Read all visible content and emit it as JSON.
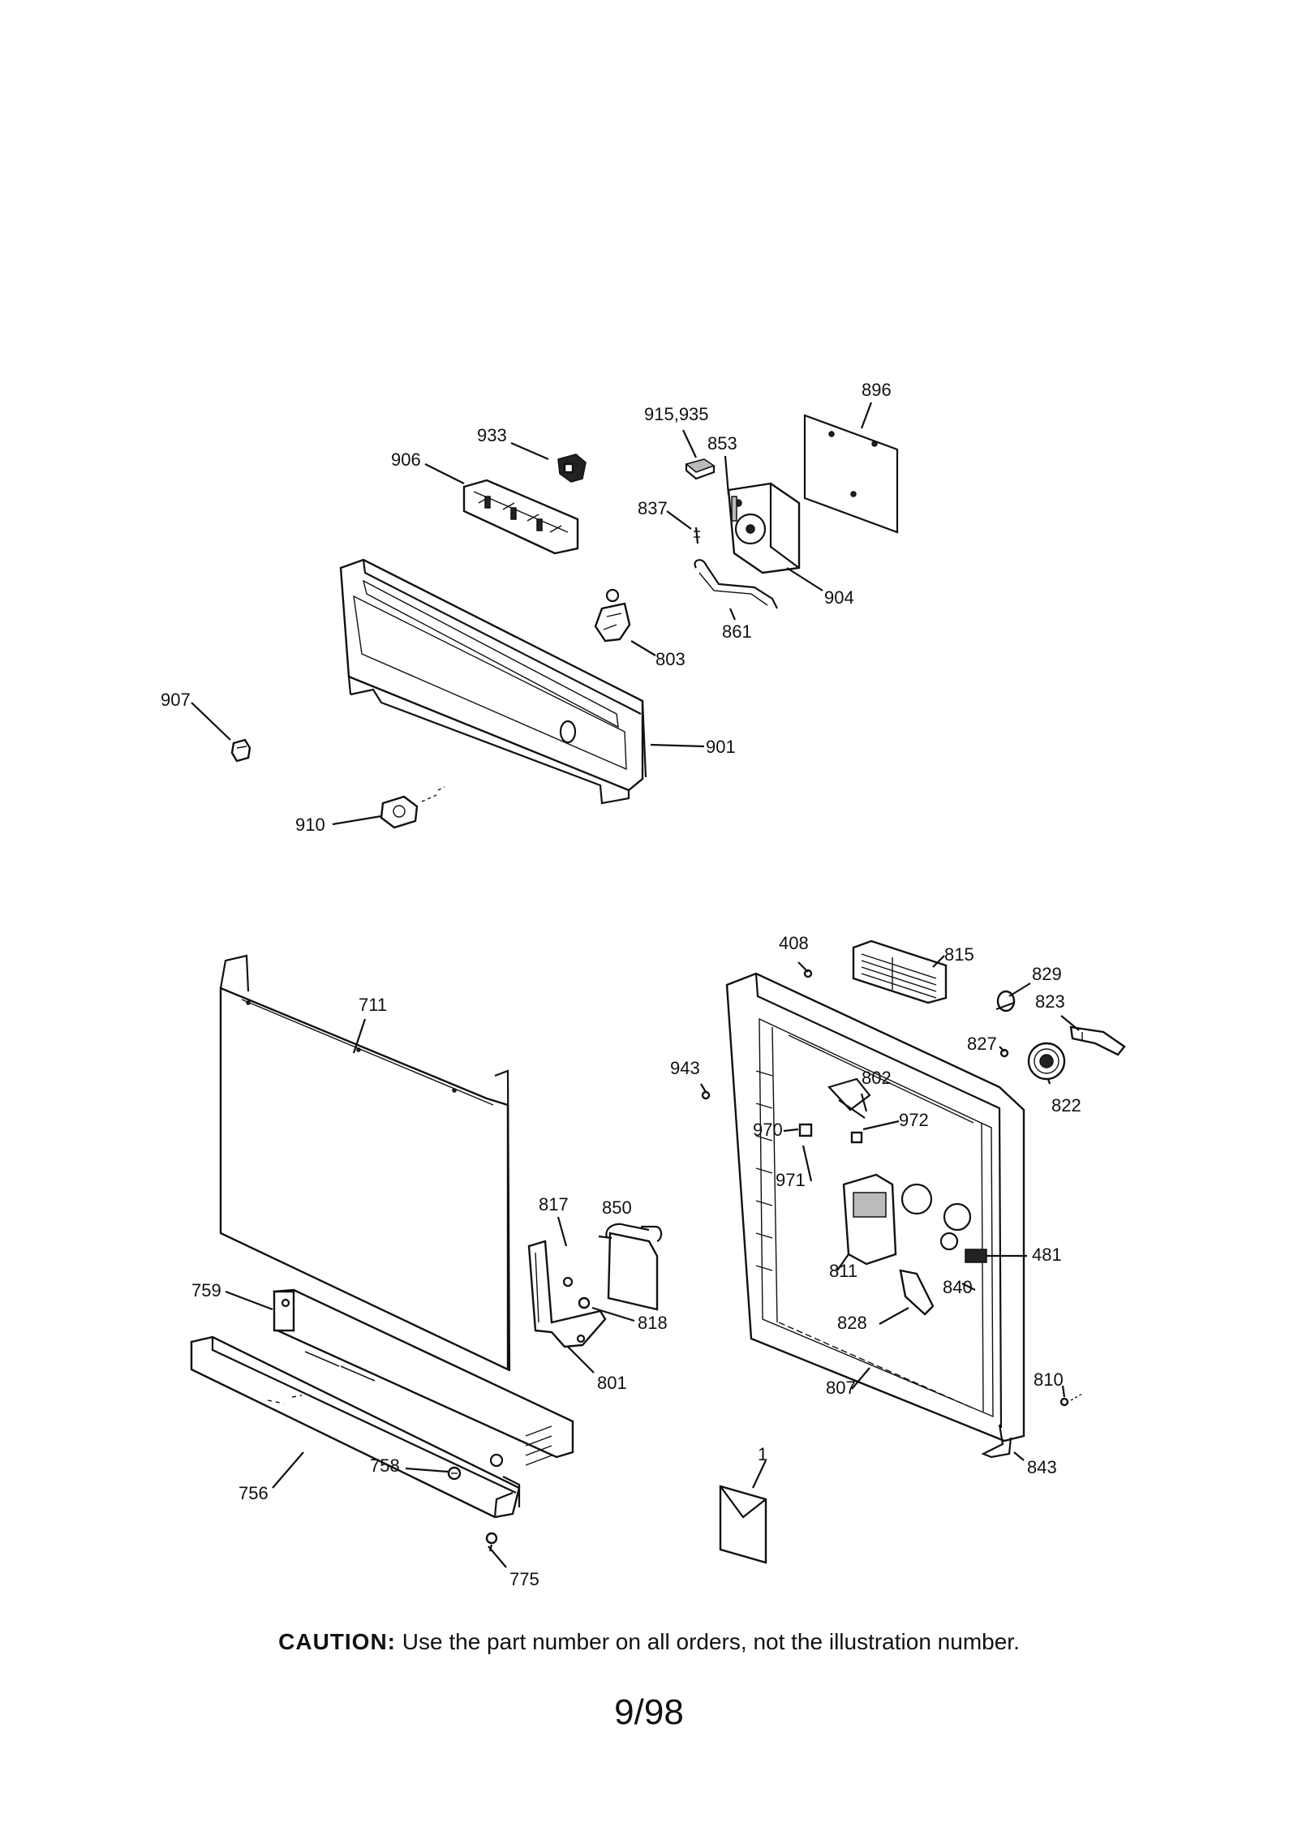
{
  "labels": {
    "l896": "896",
    "l915_935": "915,935",
    "l933": "933",
    "l853": "853",
    "l906": "906",
    "l837": "837",
    "l904": "904",
    "l861": "861",
    "l803": "803",
    "l907": "907",
    "l901": "901",
    "l910": "910",
    "l408": "408",
    "l815": "815",
    "l829": "829",
    "l823": "823",
    "l827": "827",
    "l711": "711",
    "l943": "943",
    "l802": "802",
    "l972": "972",
    "l822": "822",
    "l970": "970",
    "l971": "971",
    "l817": "817",
    "l850": "850",
    "l481": "481",
    "l811": "811",
    "l759": "759",
    "l840": "840",
    "l818": "818",
    "l828": "828",
    "l801": "801",
    "l807": "807",
    "l810": "810",
    "l1": "1",
    "l758": "758",
    "l843": "843",
    "l756": "756",
    "l775": "775"
  },
  "caution": {
    "lead": "CAUTION:",
    "text": " Use the part number on all orders, not the illustration number."
  },
  "page_number": "9/98"
}
